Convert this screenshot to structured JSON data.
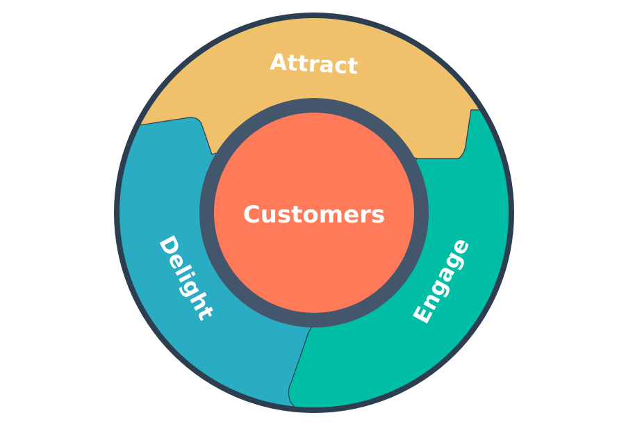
{
  "diagram": {
    "center_label": "Customers",
    "segments": [
      {
        "id": "attract",
        "label": "Attract",
        "color": "#F1C06A"
      },
      {
        "id": "engage",
        "label": "Engage",
        "color": "#00BDA5"
      },
      {
        "id": "delight",
        "label": "Delight",
        "color": "#2AACC3"
      }
    ],
    "colors": {
      "outline": "#2C3E50",
      "inner_ring": "#44566C",
      "center": "#FF7A59",
      "text": "#FFFFFF"
    }
  }
}
